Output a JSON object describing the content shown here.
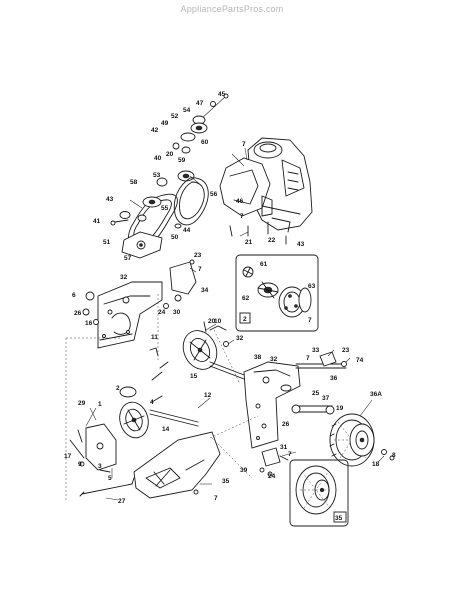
{
  "watermark": "AppliancePartsPros.com",
  "callouts": [
    {
      "id": "c45",
      "label": "45"
    },
    {
      "id": "c47",
      "label": "47"
    },
    {
      "id": "c54",
      "label": "54"
    },
    {
      "id": "c52",
      "label": "52"
    },
    {
      "id": "c49",
      "label": "49"
    },
    {
      "id": "c42",
      "label": "42"
    },
    {
      "id": "c60",
      "label": "60"
    },
    {
      "id": "c20a",
      "label": "20"
    },
    {
      "id": "c40",
      "label": "40"
    },
    {
      "id": "c59",
      "label": "59"
    },
    {
      "id": "c53",
      "label": "53"
    },
    {
      "id": "c58",
      "label": "58"
    },
    {
      "id": "c56",
      "label": "56"
    },
    {
      "id": "c43a",
      "label": "43"
    },
    {
      "id": "c55",
      "label": "55"
    },
    {
      "id": "c41",
      "label": "41"
    },
    {
      "id": "c44",
      "label": "44"
    },
    {
      "id": "c50",
      "label": "50"
    },
    {
      "id": "c51",
      "label": "51"
    },
    {
      "id": "c57",
      "label": "57"
    },
    {
      "id": "c7a",
      "label": "7"
    },
    {
      "id": "c46",
      "label": "46"
    },
    {
      "id": "c7b",
      "label": "7"
    },
    {
      "id": "c21",
      "label": "21"
    },
    {
      "id": "c22",
      "label": "22"
    },
    {
      "id": "c43b",
      "label": "43"
    },
    {
      "id": "c23",
      "label": "23"
    },
    {
      "id": "c7c",
      "label": "7"
    },
    {
      "id": "c32a",
      "label": "32"
    },
    {
      "id": "c34",
      "label": "34"
    },
    {
      "id": "c6",
      "label": "6"
    },
    {
      "id": "c26a",
      "label": "26"
    },
    {
      "id": "c16",
      "label": "16"
    },
    {
      "id": "c24a",
      "label": "24"
    },
    {
      "id": "c30",
      "label": "30"
    },
    {
      "id": "c20b",
      "label": "20"
    },
    {
      "id": "c10",
      "label": "10"
    },
    {
      "id": "c11",
      "label": "11"
    },
    {
      "id": "c32b",
      "label": "32"
    },
    {
      "id": "c15",
      "label": "15"
    },
    {
      "id": "c38a",
      "label": "38"
    },
    {
      "id": "c2",
      "label": "2"
    },
    {
      "id": "c4",
      "label": "4"
    },
    {
      "id": "c12",
      "label": "12"
    },
    {
      "id": "c14",
      "label": "14"
    },
    {
      "id": "c32c",
      "label": "32"
    },
    {
      "id": "c33",
      "label": "33"
    },
    {
      "id": "c23b",
      "label": "23"
    },
    {
      "id": "c74",
      "label": "74"
    },
    {
      "id": "c7d",
      "label": "7"
    },
    {
      "id": "c36",
      "label": "36"
    },
    {
      "id": "c25",
      "label": "25"
    },
    {
      "id": "c26b",
      "label": "26"
    },
    {
      "id": "c37",
      "label": "37"
    },
    {
      "id": "c19",
      "label": "19"
    },
    {
      "id": "c36a",
      "label": "36A"
    },
    {
      "id": "c8",
      "label": "8"
    },
    {
      "id": "c29",
      "label": "29"
    },
    {
      "id": "c1",
      "label": "1"
    },
    {
      "id": "c31",
      "label": "31"
    },
    {
      "id": "c7e",
      "label": "7"
    },
    {
      "id": "c17",
      "label": "17"
    },
    {
      "id": "c9",
      "label": "9"
    },
    {
      "id": "c3",
      "label": "3"
    },
    {
      "id": "c39",
      "label": "39"
    },
    {
      "id": "c24b",
      "label": "24"
    },
    {
      "id": "c18",
      "label": "18"
    },
    {
      "id": "c5",
      "label": "5"
    },
    {
      "id": "c35",
      "label": "35"
    },
    {
      "id": "c7f",
      "label": "7"
    },
    {
      "id": "c27",
      "label": "27"
    },
    {
      "id": "c61",
      "label": "61"
    },
    {
      "id": "c62",
      "label": "62"
    },
    {
      "id": "c63",
      "label": "63"
    },
    {
      "id": "c7g",
      "label": "7"
    }
  ],
  "inset_boxes": [
    {
      "id": "box-2",
      "label": "2"
    },
    {
      "id": "box-35",
      "label": "35"
    }
  ]
}
